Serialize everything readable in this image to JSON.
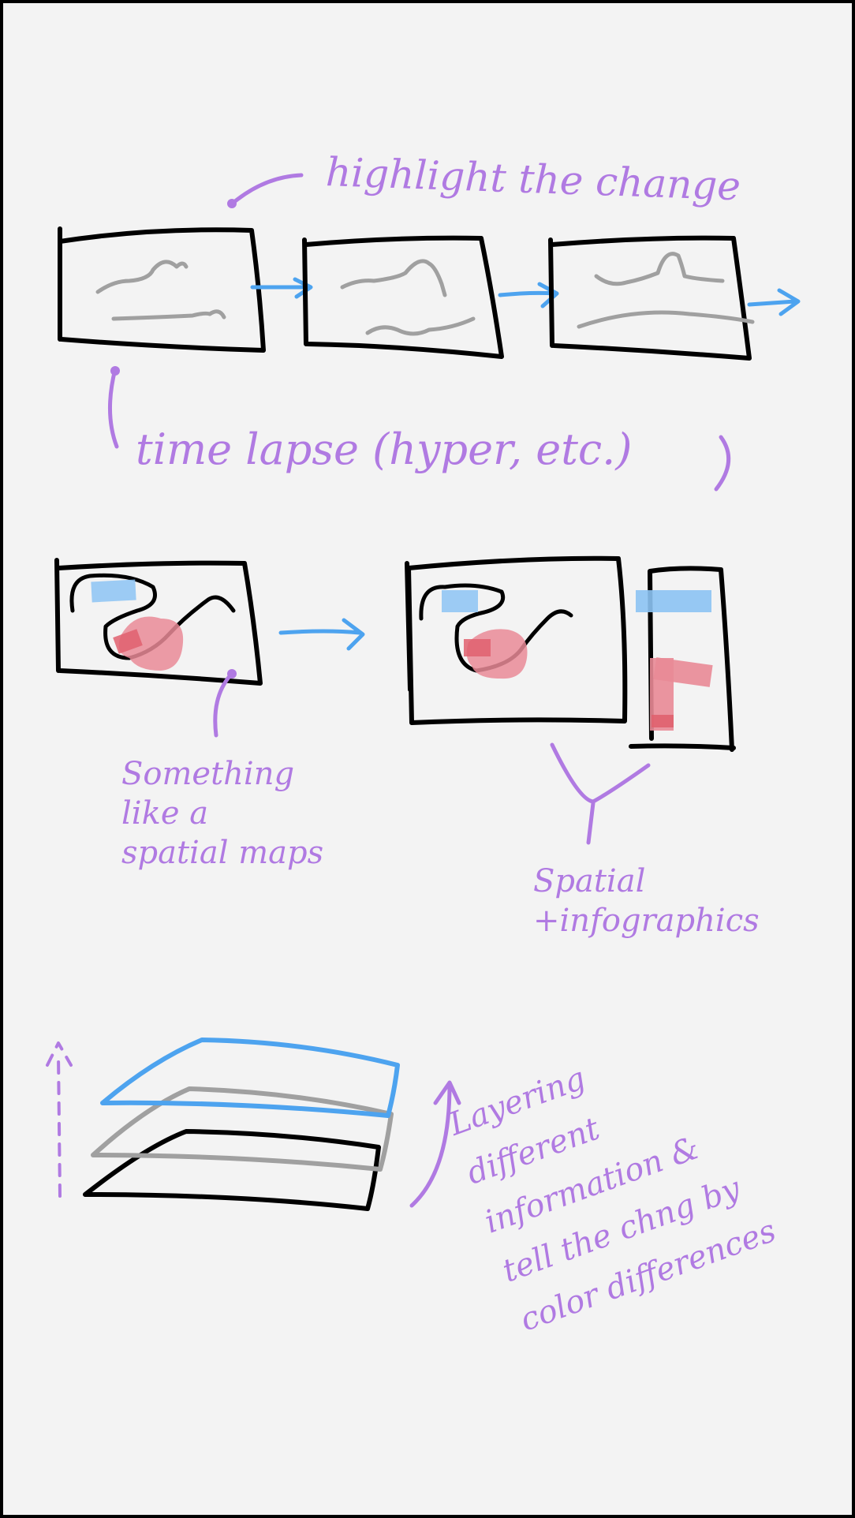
{
  "notes": {
    "highlight": "highlight the change",
    "timelapse": "time lapse (hyper, etc.)",
    "spatial_maps": "Something\nlike a\nspatial maps",
    "infographics": "Spatial\n+infographics",
    "layering": "Layering\ndifferent\ninformation &\ntell the chng by\ncolor differences"
  },
  "colors": {
    "background": "#f3f3f3",
    "ink": "#000000",
    "annotation": "#b07ae2",
    "arrow_blue": "#4da3ef",
    "line_gray": "#a0a0a0",
    "highlight_blue": "#8cc3f3",
    "highlight_red": "#e98a96"
  }
}
